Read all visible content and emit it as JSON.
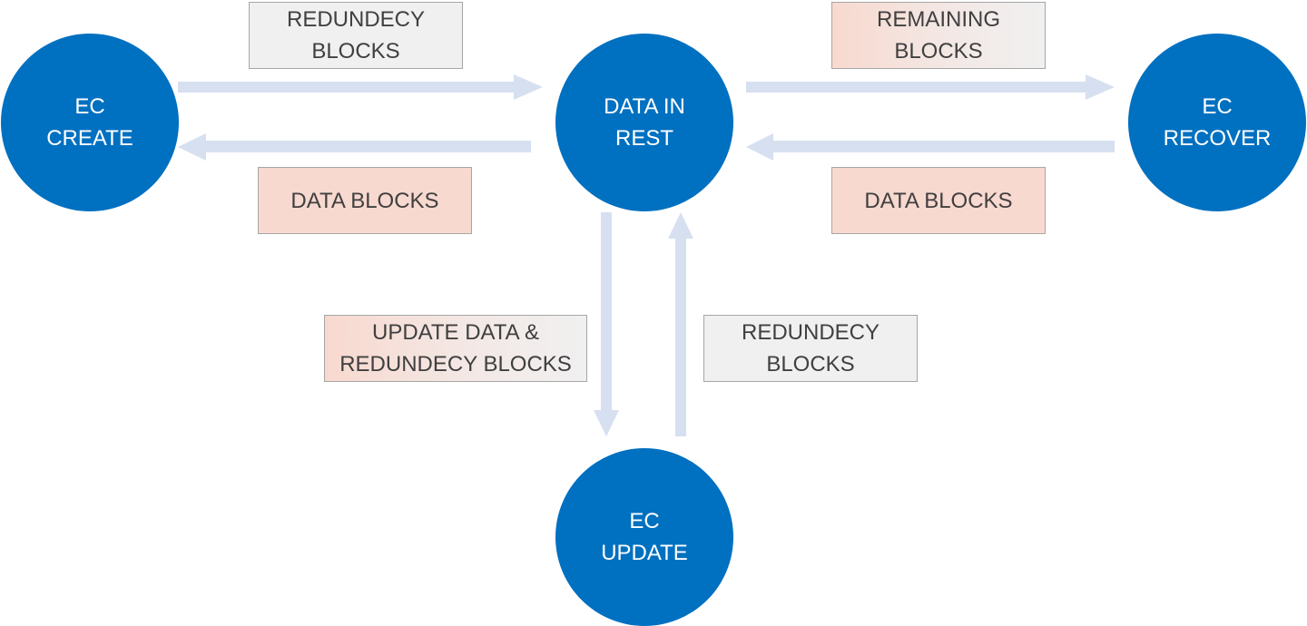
{
  "diagram": {
    "colors": {
      "node_fill": "#0070c0",
      "node_text": "#ffffff",
      "arrow": "#d6e0f0",
      "label_grey": "#f0f0f0",
      "label_pink": "#f8d9cf",
      "label_border": "#a6a6a6",
      "label_text": "#404040"
    },
    "nodes": {
      "ec_create": {
        "line1": "EC",
        "line2": "CREATE"
      },
      "data_rest": {
        "line1": "DATA IN",
        "line2": "REST"
      },
      "ec_recover": {
        "line1": "EC",
        "line2": "RECOVER"
      },
      "ec_update": {
        "line1": "EC",
        "line2": "UPDATE"
      }
    },
    "edges": {
      "create_to_rest": {
        "line1": "REDUNDECY",
        "line2": "BLOCKS"
      },
      "rest_to_create": {
        "line1": "DATA BLOCKS"
      },
      "rest_to_recover": {
        "line1": "REMAINING",
        "line2": "BLOCKS"
      },
      "recover_to_rest": {
        "line1": "DATA BLOCKS"
      },
      "rest_to_update": {
        "line1": "UPDATE DATA &",
        "line2": "REDUNDECY BLOCKS"
      },
      "update_to_rest": {
        "line1": "REDUNDECY",
        "line2": "BLOCKS"
      }
    }
  }
}
